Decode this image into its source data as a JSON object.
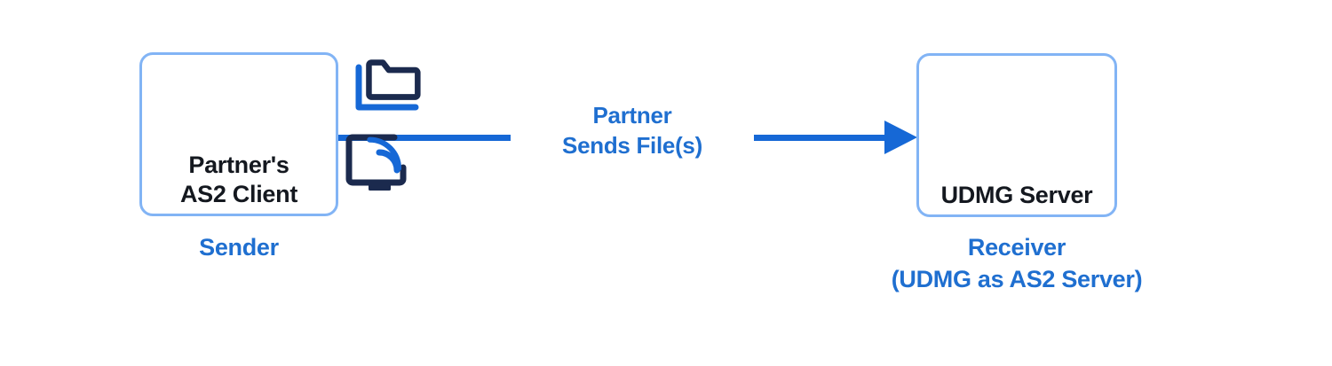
{
  "diagram": {
    "type": "flow",
    "background_color": "#ffffff",
    "accent_blue": "#1f6fd0",
    "line_blue": "#1668d6",
    "border_blue": "#82b4f5",
    "dark_navy": "#1b2a4e",
    "label_dark": "#14181f"
  },
  "sender": {
    "label": "Partner's\nAS2 Client",
    "caption": "Sender",
    "icon_name": "screen-cast-icon"
  },
  "receiver": {
    "label": "UDMG Server",
    "caption": "Receiver\n(UDMG as AS2 Server)",
    "icon_name": "server-rack-icon"
  },
  "files": {
    "icon_name": "folder-stack-icon"
  },
  "connector": {
    "label": "Partner\nSends File(s)",
    "direction": "left-to-right",
    "arrowhead": "solid-triangle"
  }
}
